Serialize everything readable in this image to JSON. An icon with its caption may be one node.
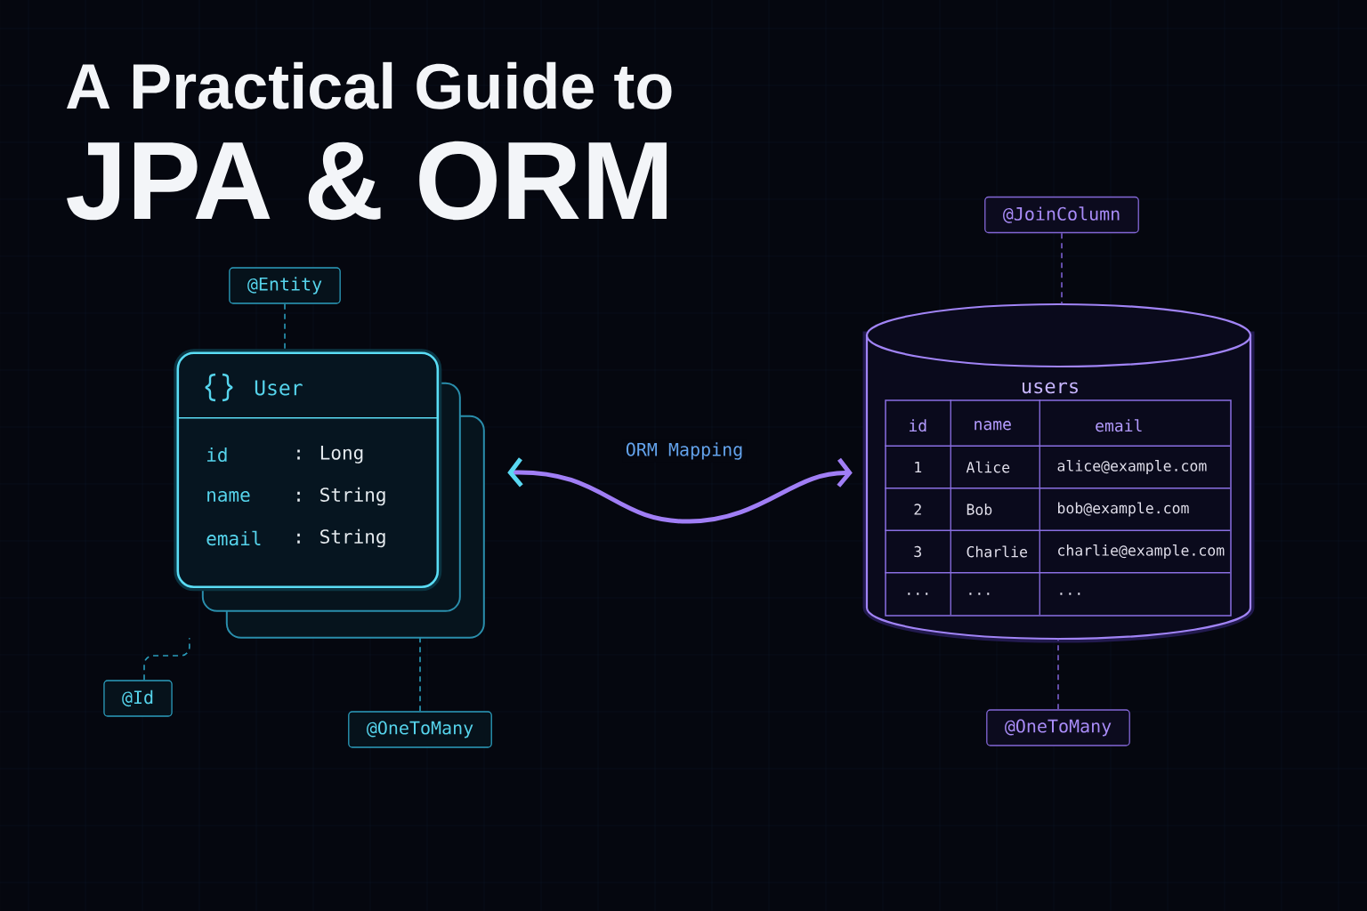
{
  "diagram": {
    "title": "A Practical Guide to JPA & ORM",
    "nodes": [
      {
        "text": [
          "@Entity"
        ]
      },
      {
        "text": [
          "User",
          "id",
          ": Long",
          "name",
          ": String",
          "email",
          ": String"
        ]
      },
      {
        "text": [
          "@Id"
        ]
      },
      {
        "text": [
          "@OneToMany"
        ]
      },
      {
        "text": [
          "@JoinColumn"
        ]
      },
      {
        "text": [
          "users"
        ]
      },
      {
        "text": [
          "id",
          "name",
          "email",
          "1",
          "Alice",
          "alice@example.com",
          "2",
          "Bob",
          "bob@example.com",
          "3",
          "Charlie",
          "charlie@example.com",
          "...",
          "...",
          "..."
        ],
        "in": 5
      },
      {
        "text": [
          "@OneToMany"
        ]
      }
    ],
    "edges": [
      {
        "from": 0,
        "to": 1,
        "arrow": "none",
        "style": "dashed"
      },
      {
        "from": 2,
        "to": 1,
        "arrow": "none",
        "style": "dashed"
      },
      {
        "from": 3,
        "to": 1,
        "arrow": "none",
        "style": "dashed"
      },
      {
        "from": 4,
        "to": 5,
        "arrow": "none",
        "style": "dashed",
        "color": "#7b5fd0"
      },
      {
        "from": 7,
        "to": 5,
        "arrow": "none",
        "style": "dashed",
        "color": "#7b5fd0"
      },
      {
        "from": 1,
        "to": 5,
        "arrow": "both",
        "label": "ORM Mapping",
        "style": "thick",
        "color": "#a07ef5"
      }
    ]
  }
}
